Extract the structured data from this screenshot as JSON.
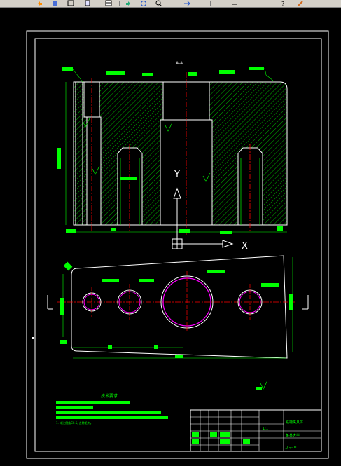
{
  "toolbar": {
    "buttons": [
      "undo-icon",
      "paint-icon",
      "layer-icon",
      "block-icon",
      "table-icon",
      "redo-icon",
      "orbit-icon",
      "zoom-icon",
      "pan-icon",
      "properties-icon"
    ]
  },
  "drawing": {
    "section_label": "A-A",
    "axis_y": "Y",
    "axis_x": "X",
    "tech_title": "技术要求",
    "tech_note": "1. 未注倒角C0.5, 去除毛刺。",
    "title_block": {
      "drawing_name": "铣槽夹具体",
      "scale": "1:1",
      "school": "某某大学",
      "number": "JJGJ-01"
    },
    "roughness": "3.2"
  },
  "colors": {
    "background": "#000000",
    "line": "#ffffff",
    "dimension": "#00ff00",
    "hatch": "#00ff00",
    "center": "#ff0000",
    "hole": "#ff00ff"
  }
}
